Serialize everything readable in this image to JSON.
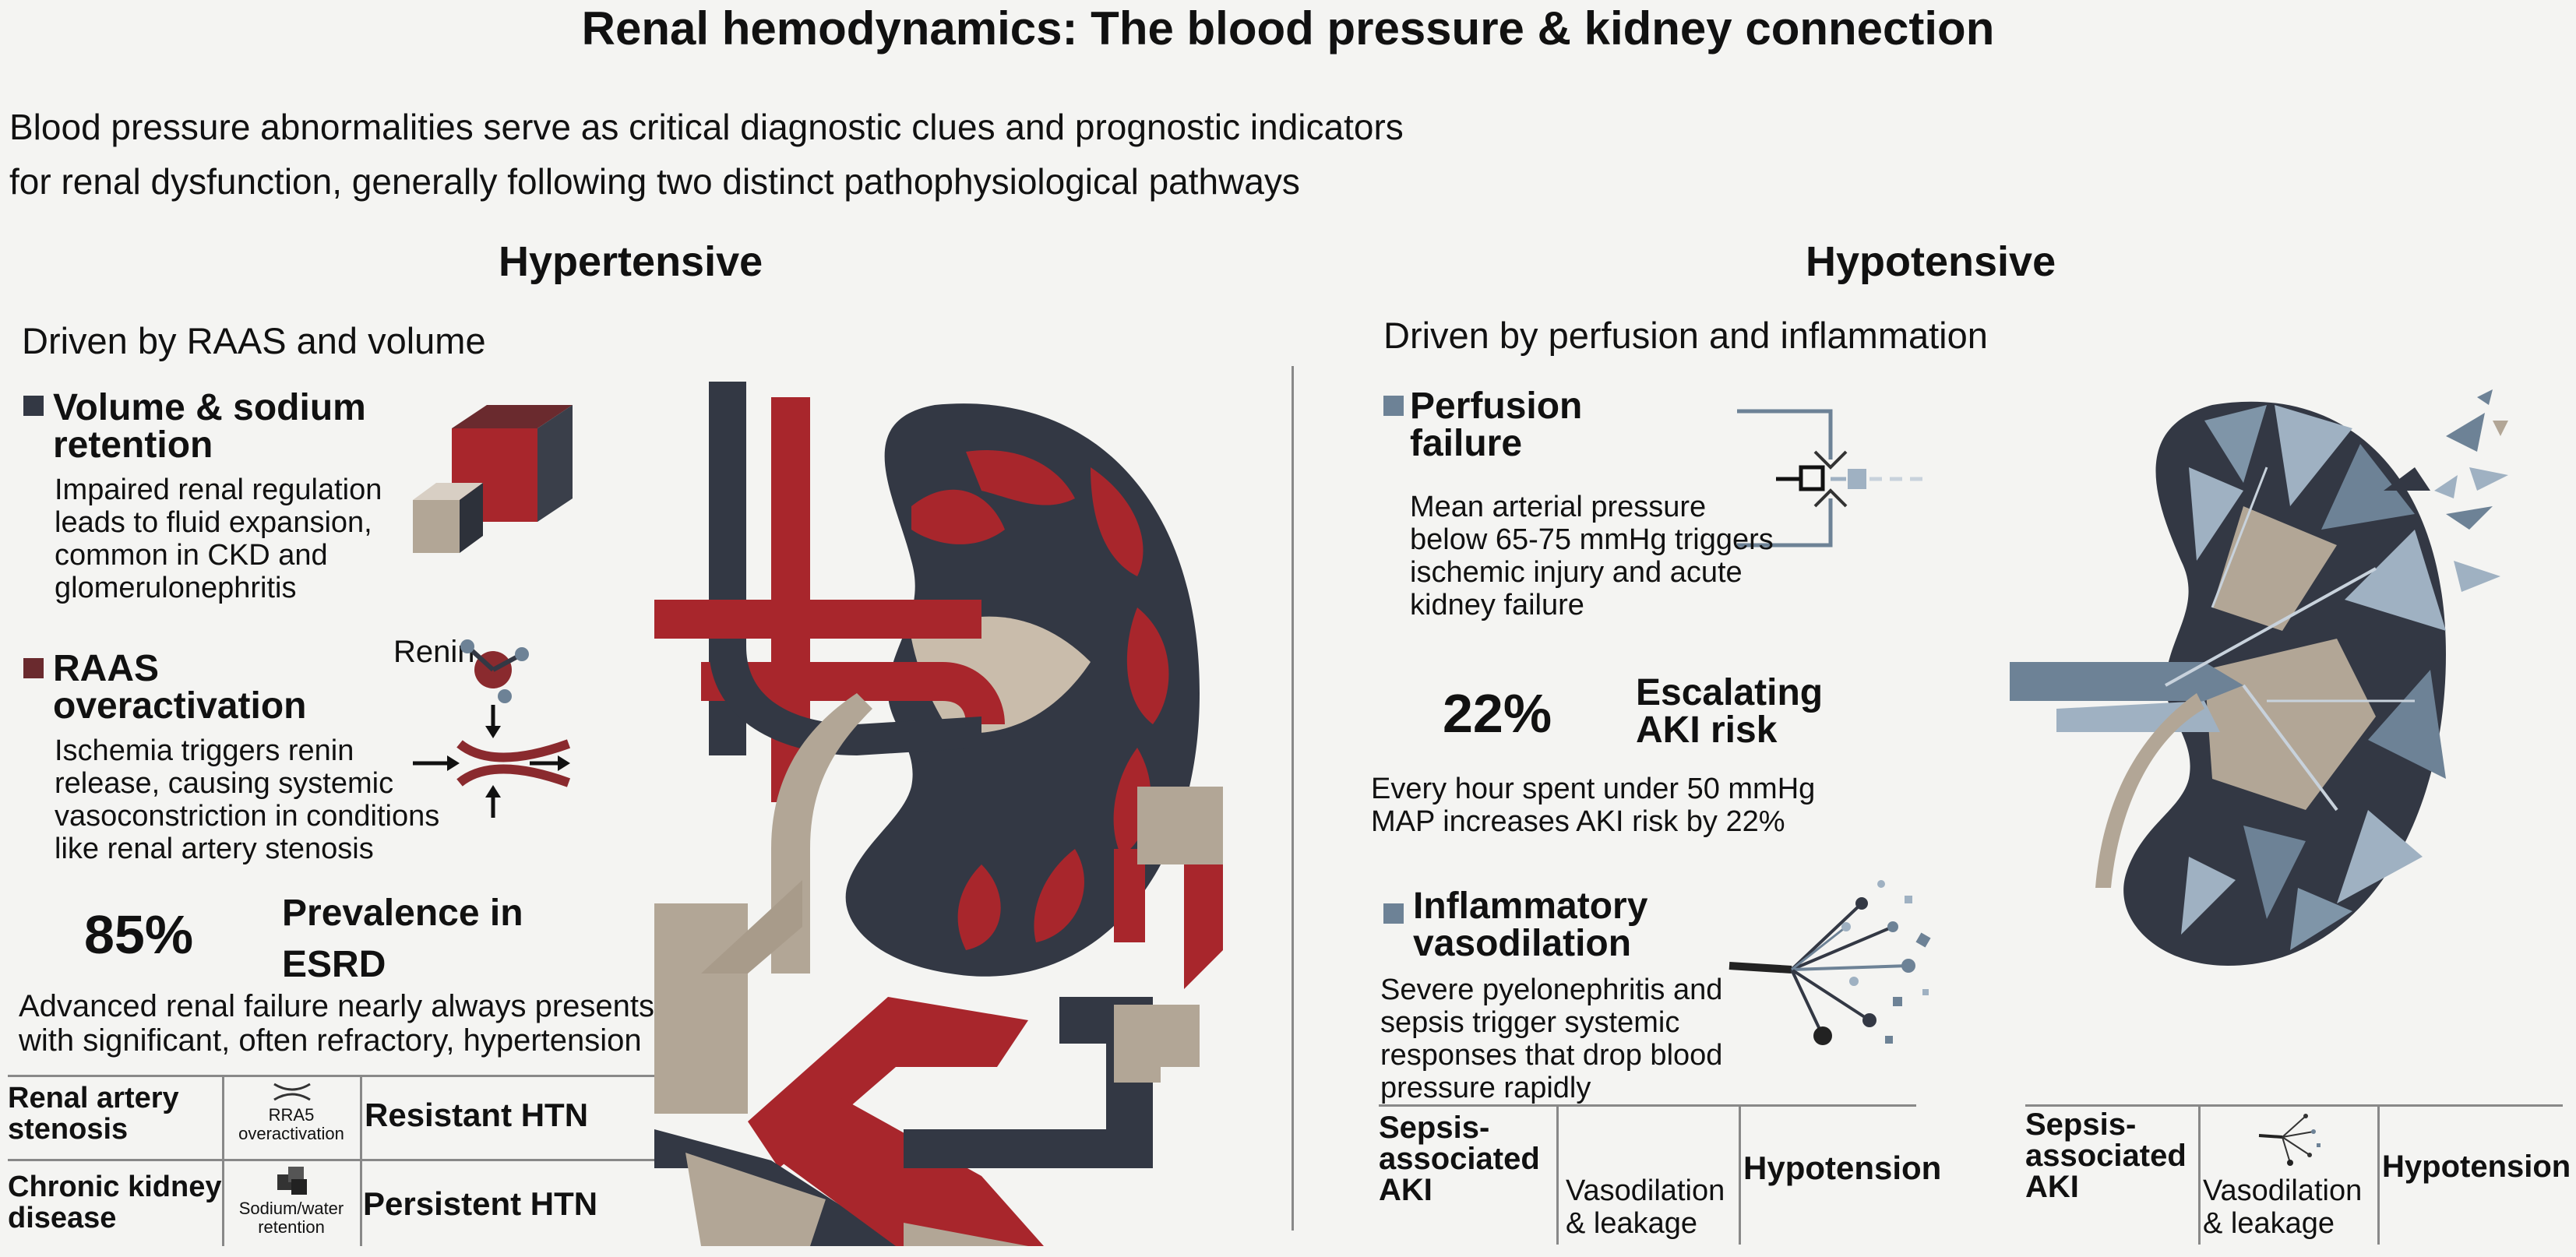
{
  "title": "Renal hemodynamics: The blood pressure & kidney connection",
  "intro": {
    "line1": "Blood pressure abnormalities serve as critical diagnostic clues and prognostic indicators",
    "line2": "for renal dysfunction, generally following two distinct pathophysiological pathways"
  },
  "colors": {
    "dark": "#333844",
    "red": "#a8262c",
    "beige": "#b2a696",
    "blue_gray": "#6d8296",
    "light_blue": "#9fb1c2"
  },
  "hypertensive": {
    "heading": "Hypertensive",
    "driver": "Driven by RAAS and volume",
    "volume": {
      "title_line1": "Volume & sodium",
      "title_line2": "retention",
      "body": [
        "Impaired renal regulation",
        "leads to fluid expansion,",
        "common in CKD and",
        "glomerulonephritis"
      ]
    },
    "raas": {
      "title_line1": "RAAS",
      "title_line2": "overactivation",
      "renin_label": "Renin",
      "body": [
        "Ischemia triggers renin",
        "release, causing systemic",
        "vasoconstriction in conditions",
        "like renal artery stenosis"
      ]
    },
    "stat": {
      "value": "85%",
      "label_line1": "Prevalence in",
      "label_line2": "ESRD",
      "body_line1": "Advanced renal failure nearly always presents",
      "body_line2": "with significant, often refractory, hypertension"
    },
    "table": [
      {
        "condition": [
          "Renal artery",
          "stenosis"
        ],
        "mechanism": [
          "RRA5",
          "overactivation"
        ],
        "outcome": "Resistant HTN",
        "icon": "constriction-icon"
      },
      {
        "condition": [
          "Chronic kidney",
          "disease"
        ],
        "mechanism": [
          "Sodium/water",
          "retention"
        ],
        "outcome": "Persistent HTN",
        "icon": "cubes-icon"
      }
    ]
  },
  "hypotensive": {
    "heading": "Hypotensive",
    "driver": "Driven by perfusion and inflammation",
    "perfusion": {
      "title_line1": "Perfusion",
      "title_line2": "failure",
      "body": [
        "Mean arterial pressure",
        "below 65-75 mmHg triggers",
        "ischemic injury and acute",
        "kidney failure"
      ]
    },
    "stat": {
      "value": "22%",
      "label_line1": "Escalating",
      "label_line2": "AKI risk",
      "body_line1": "Every hour spent under 50 mmHg",
      "body_line2": "MAP increases AKI risk by 22%"
    },
    "inflammatory": {
      "title_line1": "Inflammatory",
      "title_line2": "vasodilation",
      "body": [
        "Severe pyelonephritis and",
        "sepsis trigger systemic",
        "responses that drop blood",
        "pressure rapidly"
      ]
    },
    "table": {
      "condition": [
        "Sepsis-",
        "associated",
        "AKI"
      ],
      "mechanism": [
        "Vasodilation",
        "& leakage"
      ],
      "outcome": "Hypotension"
    },
    "table_repeat": {
      "condition": [
        "Sepsis-",
        "associated",
        "AKI"
      ],
      "mechanism": [
        "Vasodilation",
        "& leakage"
      ],
      "outcome": "Hypotension"
    }
  }
}
